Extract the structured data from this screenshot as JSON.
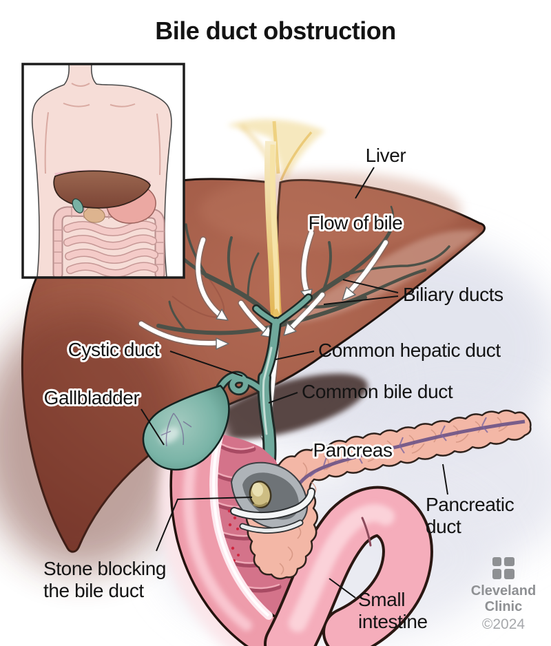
{
  "title": "Bile duct obstruction",
  "labels": {
    "liver": "Liver",
    "flow_of_bile": "Flow of bile",
    "biliary_ducts": "Biliary ducts",
    "cystic_duct": "Cystic duct",
    "gallbladder": "Gallbladder",
    "common_hepatic_duct": "Common hepatic duct",
    "common_bile_duct": "Common bile duct",
    "pancreas": "Pancreas",
    "pancreatic_duct_line1": "Pancreatic",
    "pancreatic_duct_line2": "duct",
    "stone_line1": "Stone blocking",
    "stone_line2": "the bile duct",
    "small_intestine_line1": "Small",
    "small_intestine_line2": "intestine"
  },
  "credit": {
    "org_line1": "Cleveland",
    "org_line2": "Clinic",
    "copyright": "©2024"
  },
  "colors": {
    "liver": "#9d5745",
    "liver_dark": "#7c3c30",
    "bile_yellow": "#eec768",
    "duct_teal": "#6fa99c",
    "gallbladder_teal": "#7ab4a7",
    "pancreas": "#f3b7a6",
    "pancreatic_duct": "#6b5387",
    "intestine_pink": "#ee9cab",
    "stone": "#cdbd83",
    "background_lavender": "#dfe1ec",
    "label_text": "#131313",
    "credit_gray": "#8e9093"
  }
}
